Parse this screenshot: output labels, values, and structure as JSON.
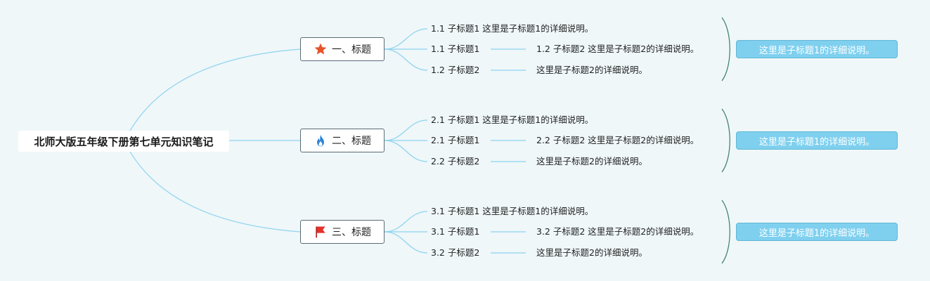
{
  "root": {
    "title": "北师大版五年级下册第七单元知识笔记"
  },
  "branches": [
    {
      "title": "一、标题",
      "icon": "star-icon",
      "icon_color": "#e8532a",
      "items": [
        {
          "a": "1.1 子标题1 这里是子标题1的详细说明。"
        },
        {
          "a": "1.1 子标题1",
          "b": "1.2 子标题2 这里是子标题2的详细说明。"
        },
        {
          "a": "1.2 子标题2",
          "b": "这里是子标题2的详细说明。"
        }
      ],
      "summary": "这里是子标题1的详细说明。"
    },
    {
      "title": "二、标题",
      "icon": "flame-icon",
      "icon_color": "#2f86d8",
      "items": [
        {
          "a": "2.1 子标题1 这里是子标题1的详细说明。"
        },
        {
          "a": "2.1 子标题1",
          "b": "2.2 子标题2 这里是子标题2的详细说明。"
        },
        {
          "a": "2.2 子标题2",
          "b": "这里是子标题2的详细说明。"
        }
      ],
      "summary": "这里是子标题1的详细说明。"
    },
    {
      "title": "三、标题",
      "icon": "flag-icon",
      "icon_color": "#e4322b",
      "items": [
        {
          "a": "3.1 子标题1 这里是子标题1的详细说明。"
        },
        {
          "a": "3.1 子标题1",
          "b": "3.2 子标题2 这里是子标题2的详细说明。"
        },
        {
          "a": "3.2 子标题2",
          "b": "这里是子标题2的详细说明。"
        }
      ],
      "summary": "这里是子标题1的详细说明。"
    }
  ],
  "colors": {
    "line": "#8ed3ee",
    "bracket": "#3c7f5f",
    "summary_bg": "#7fd0ef"
  }
}
